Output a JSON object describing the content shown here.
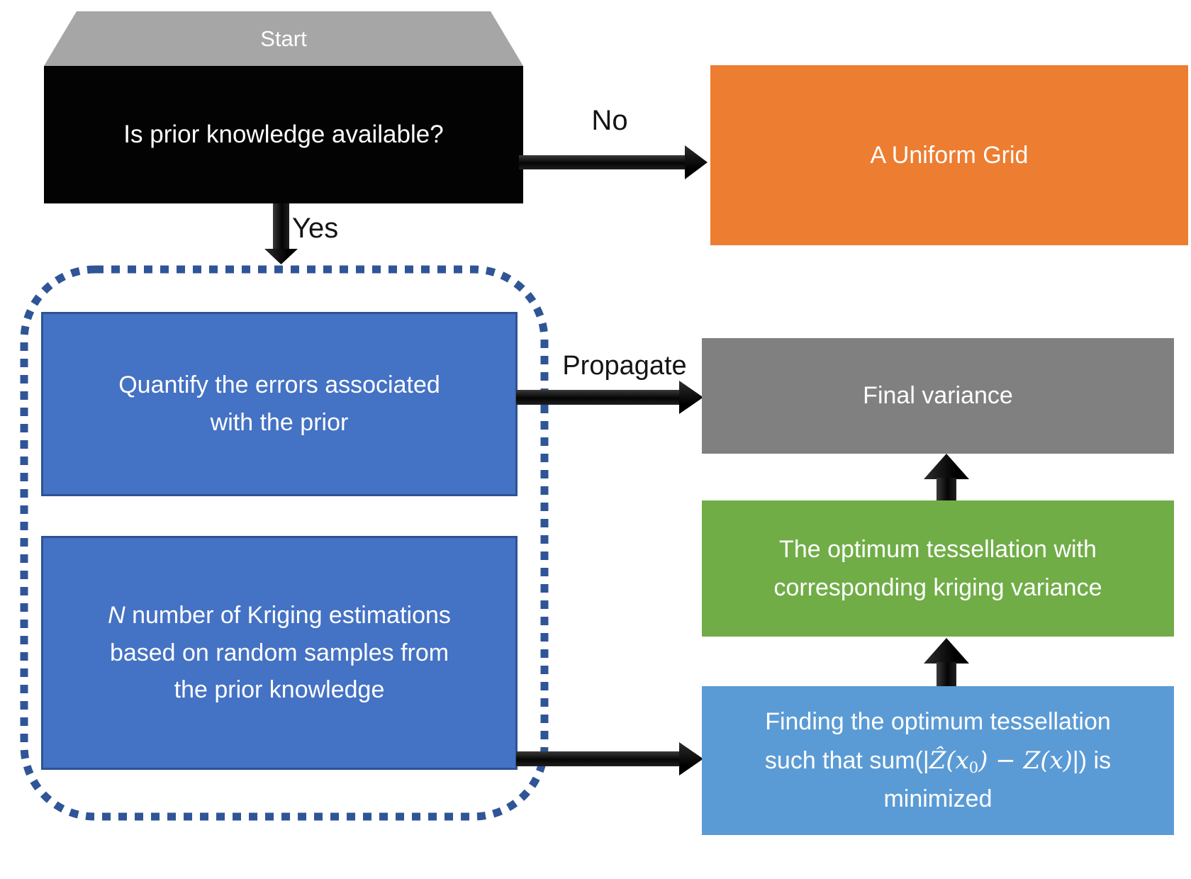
{
  "colors": {
    "start_header_gray": "#A6A6A6",
    "start_body_black": "#030303",
    "uniform_grid_orange": "#ED7D31",
    "process_blue": "#4472C4",
    "process_blue_border": "#2E5395",
    "dotted_group_blue": "#2F5597",
    "final_variance_gray": "#808080",
    "optimum_green": "#70AD47",
    "finding_light_blue": "#5B9BD5",
    "arrow_black": "#141414",
    "text_white": "#FFFFFF"
  },
  "start_box": {
    "header": "Start",
    "question": "Is prior knowledge available?"
  },
  "edge_labels": {
    "no": "No",
    "yes": "Yes",
    "propagate": "Propagate"
  },
  "uniform_grid_box": {
    "text": "A Uniform Grid"
  },
  "quantify_box": {
    "lines": [
      "Quantify the errors associated",
      "with the prior"
    ]
  },
  "kriging_box": {
    "line1_italic": "N",
    "line1_rest": " number of Kriging estimations",
    "line2": "based on random samples from",
    "line3": "the prior knowledge"
  },
  "final_variance_box": {
    "text": "Final variance"
  },
  "optimum_box": {
    "lines": [
      "The optimum tessellation with",
      "corresponding kriging variance"
    ]
  },
  "finding_box": {
    "line1": "Finding the optimum tessellation",
    "line2_pre": "such that sum(|",
    "line2_math_a": "Ẑ(x",
    "line2_sub": "0",
    "line2_math_b": ") − Z(x)",
    "line2_post": "|) is",
    "line3": "minimized"
  }
}
